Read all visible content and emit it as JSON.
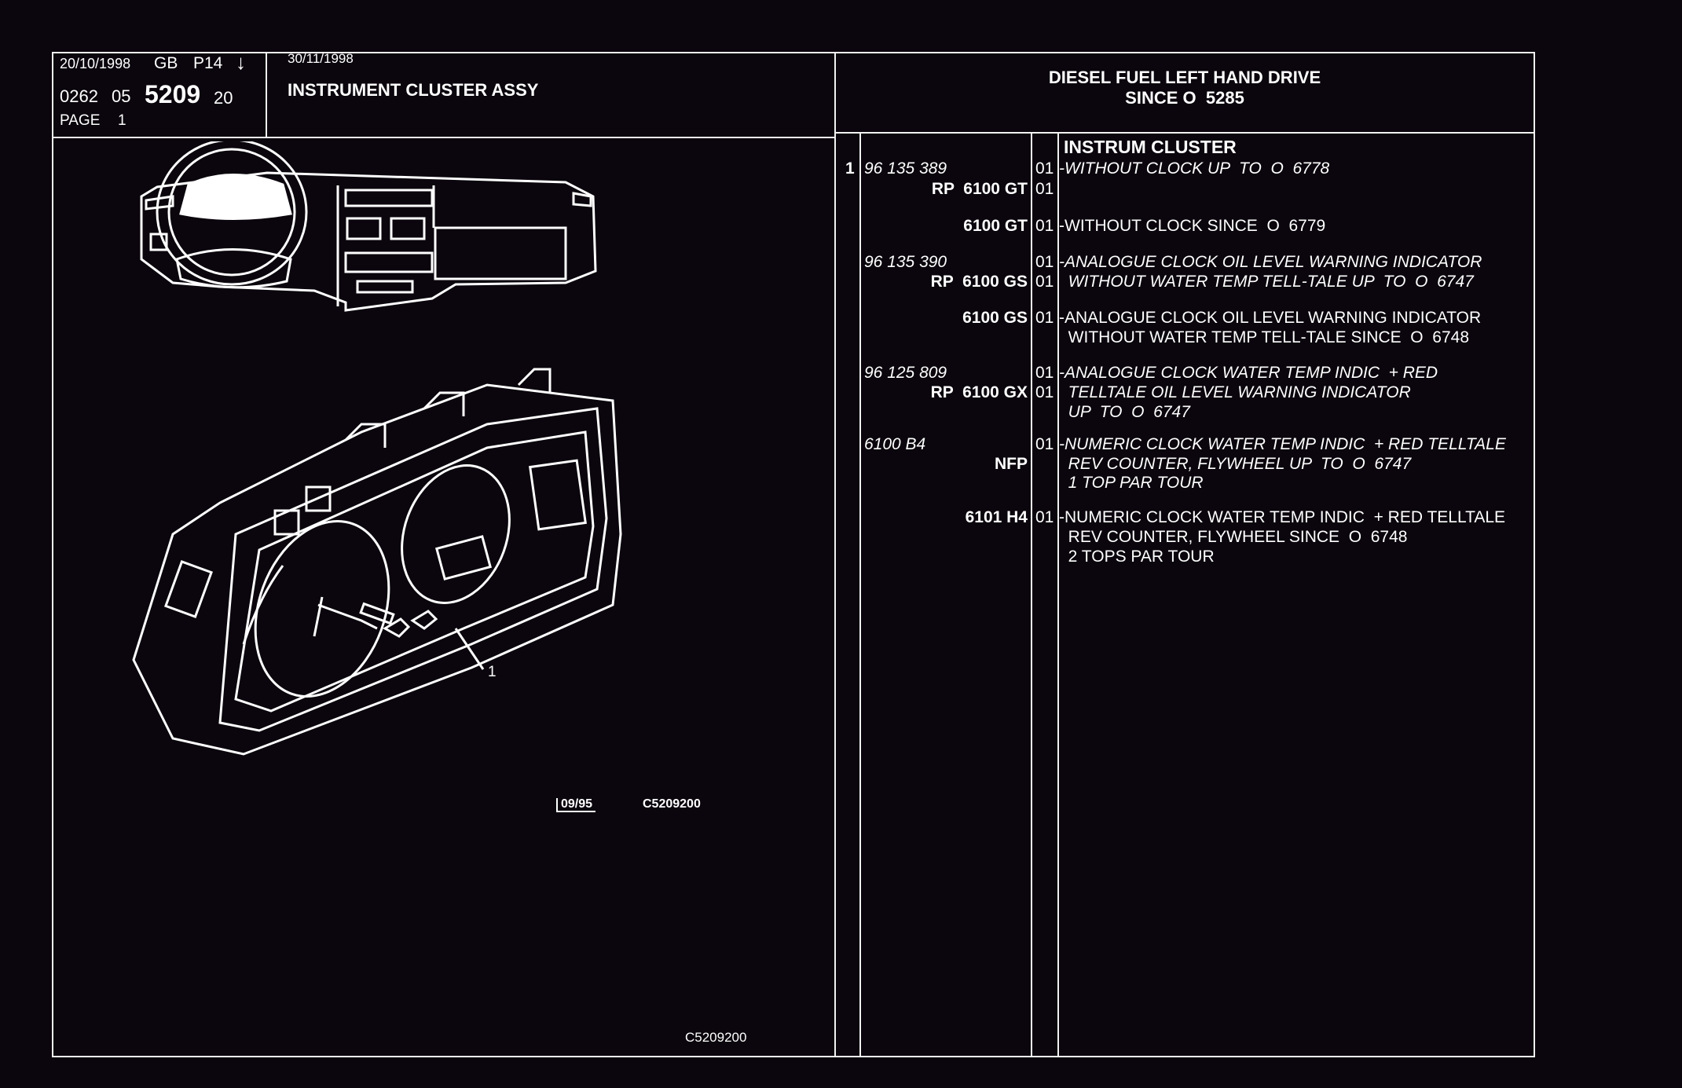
{
  "header": {
    "date_left": "20/10/1998",
    "country": "GB",
    "model": "P14",
    "code_prefix": "0262",
    "code_mid": "05",
    "code_main": "5209",
    "code_suffix": "20",
    "page_label": "PAGE",
    "page_number": "1",
    "date_mid": "30/11/1998",
    "title": "INSTRUMENT CLUSTER ASSY",
    "variant_line1": "DIESEL FUEL LEFT HAND DRIVE",
    "variant_line2": "SINCE O  5285"
  },
  "drawing": {
    "callout": "1",
    "stamp_date": "09/95",
    "stamp_code": "C5209200",
    "footer_code": "C5209200"
  },
  "parts": {
    "heading": "INSTRUM CLUSTER",
    "rows": [
      {
        "item": "1",
        "ref": "96 135 389",
        "code": "RP  6100 GT",
        "qty": [
          "01",
          "01"
        ],
        "desc": [
          "-WITHOUT CLOCK UP  TO  O  6778"
        ]
      },
      {
        "item": "",
        "ref": "",
        "code": "6100 GT",
        "qty": [
          "01"
        ],
        "desc": [
          "-WITHOUT CLOCK SINCE  O  6779"
        ]
      },
      {
        "item": "",
        "ref": "96 135 390",
        "code": "RP  6100 GS",
        "qty": [
          "01",
          "01"
        ],
        "desc": [
          "-ANALOGUE CLOCK OIL LEVEL WARNING INDICATOR",
          "  WITHOUT WATER TEMP TELL-TALE UP  TO  O  6747"
        ]
      },
      {
        "item": "",
        "ref": "",
        "code": "6100 GS",
        "qty": [
          "01"
        ],
        "desc": [
          "-ANALOGUE CLOCK OIL LEVEL WARNING INDICATOR",
          "  WITHOUT WATER TEMP TELL-TALE SINCE  O  6748"
        ]
      },
      {
        "item": "",
        "ref": "96 125 809",
        "code": "RP  6100 GX",
        "qty": [
          "01",
          "01"
        ],
        "desc": [
          "-ANALOGUE CLOCK WATER TEMP INDIC  + RED",
          "  TELLTALE OIL LEVEL WARNING INDICATOR",
          "  UP  TO  O  6747"
        ]
      },
      {
        "item": "",
        "ref": "6100 B4",
        "code": "NFP",
        "qty": [
          "01"
        ],
        "desc": [
          "-NUMERIC CLOCK WATER TEMP INDIC  + RED TELLTALE",
          "  REV COUNTER, FLYWHEEL UP  TO  O  6747",
          "  1 TOP PAR TOUR"
        ]
      },
      {
        "item": "",
        "ref": "",
        "code": "6101 H4",
        "qty": [
          "01"
        ],
        "desc": [
          "-NUMERIC CLOCK WATER TEMP INDIC  + RED TELLTALE",
          "  REV COUNTER, FLYWHEEL SINCE  O  6748",
          "  2 TOPS PAR TOUR"
        ]
      }
    ]
  }
}
